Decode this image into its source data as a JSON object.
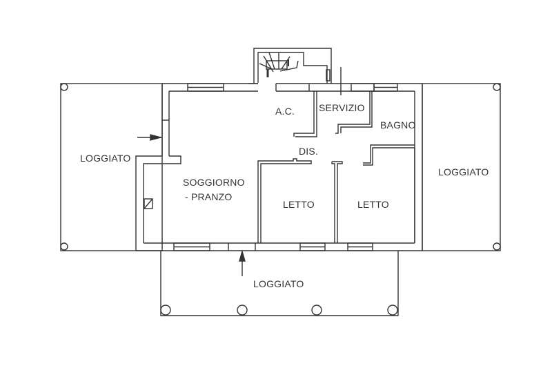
{
  "plan": {
    "rooms": {
      "loggiato_left": "LOGGIATO",
      "loggiato_right": "LOGGIATO",
      "loggiato_bottom": "LOGGIATO",
      "soggiorno": "SOGGIORNO",
      "pranzo": "- PRANZO",
      "ac": "A.C.",
      "servizio": "SERVIZIO",
      "bagno": "BAGNO",
      "dis": "DIS.",
      "letto_1": "LETTO",
      "letto_2": "LETTO"
    },
    "colors": {
      "line": "#333333",
      "background": "#ffffff"
    }
  }
}
